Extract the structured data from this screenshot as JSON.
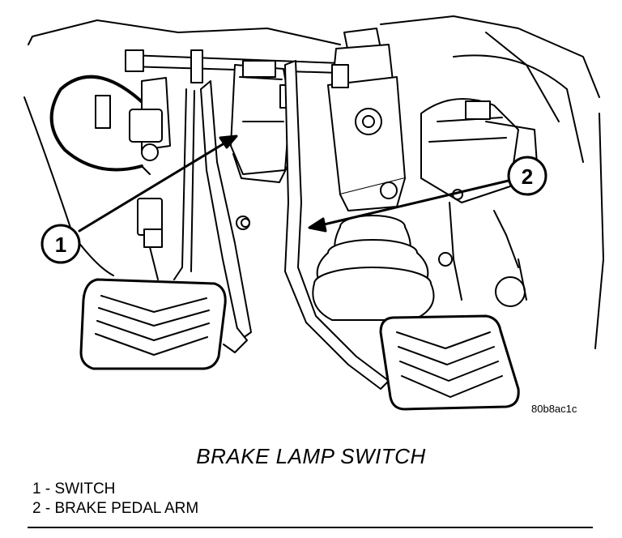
{
  "figure": {
    "code": "80b8ac1c",
    "title": "BRAKE LAMP SWITCH"
  },
  "callouts": [
    {
      "number": "1"
    },
    {
      "number": "2"
    }
  ],
  "legend": [
    {
      "text": "1 - SWITCH"
    },
    {
      "text": "2 - BRAKE PEDAL ARM"
    }
  ]
}
